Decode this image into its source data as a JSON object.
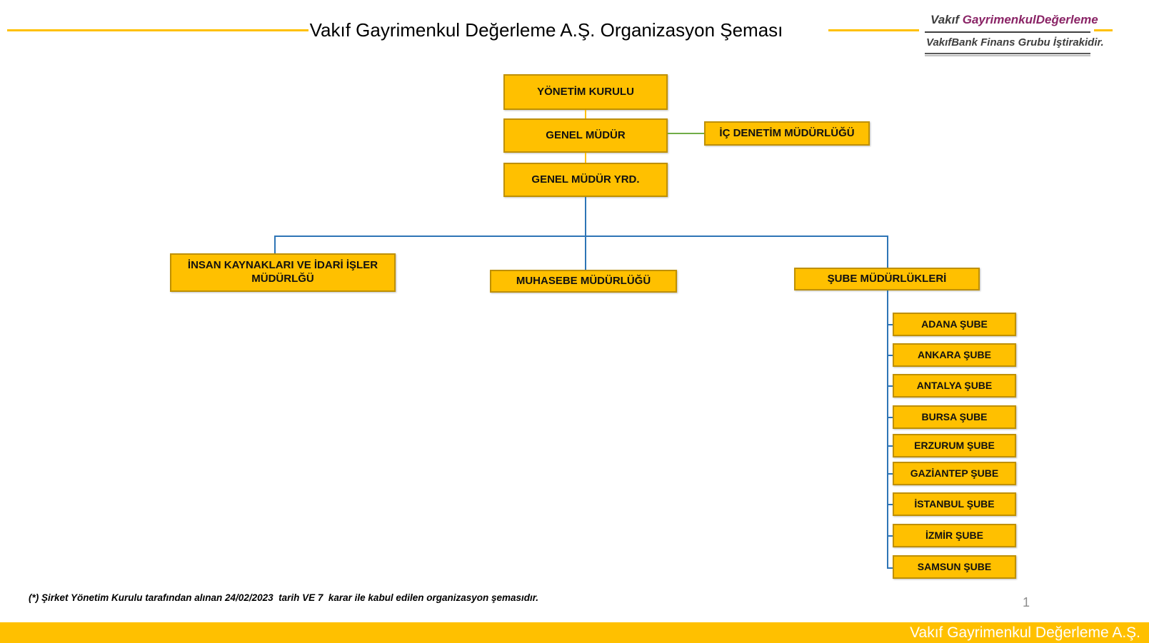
{
  "header": {
    "title": "Vakıf Gayrimenkul Değerleme A.Ş. Organizasyon Şeması",
    "logo": {
      "mark_icon": "vakifbank-gold-parallelogram-icon",
      "brand_prefix": "Vakıf",
      "brand_suffix": "GayrimenkulDeğerleme",
      "tagline": "VakıfBank Finans Grubu İştirakidir."
    }
  },
  "org": {
    "board": {
      "label": "YÖNETİM KURULU"
    },
    "general_manager": {
      "label": "GENEL MÜDÜR"
    },
    "internal_audit": {
      "label": "İÇ DENETİM MÜDÜRLÜĞÜ"
    },
    "deputy_general_manager": {
      "label": "GENEL MÜDÜR YRD."
    },
    "departments": [
      {
        "label": "İNSAN KAYNAKLARI VE İDARİ İŞLER MÜDÜRLĞÜ"
      },
      {
        "label": "MUHASEBE MÜDÜRLÜĞÜ"
      },
      {
        "label": "ŞUBE MÜDÜRLÜKLERİ"
      }
    ],
    "branches": [
      {
        "label": "ADANA ŞUBE"
      },
      {
        "label": "ANKARA ŞUBE"
      },
      {
        "label": "ANTALYA ŞUBE"
      },
      {
        "label": "BURSA ŞUBE"
      },
      {
        "label": "ERZURUM ŞUBE"
      },
      {
        "label": "GAZİANTEP ŞUBE"
      },
      {
        "label": "İSTANBUL ŞUBE"
      },
      {
        "label": "İZMİR ŞUBE"
      },
      {
        "label": "SAMSUN ŞUBE"
      }
    ]
  },
  "footer": {
    "note": "(*) Şirket Yönetim Kurulu tarafından alınan 24/02/2023  tarih VE 7  karar ile kabul edilen organizasyon şemasıdır.",
    "page_number": "1",
    "bar_company_name": "Vakıf Gayrimenkul Değerleme A.Ş."
  },
  "colors": {
    "box_fill": "#FFC000",
    "box_border": "#BF9000",
    "box_text": "#111111",
    "connector_blue": "#2E75B6",
    "connector_green": "#70AD47",
    "connector_gold": "#FFC000",
    "accent_gold": "#FFC000",
    "bar_bg": "#FFC000",
    "bar_text": "#FFFFFF",
    "brand_dark": "#3F3F3F",
    "brand_purple": "#8A2466",
    "page_number_gray": "#8C8C8C"
  }
}
